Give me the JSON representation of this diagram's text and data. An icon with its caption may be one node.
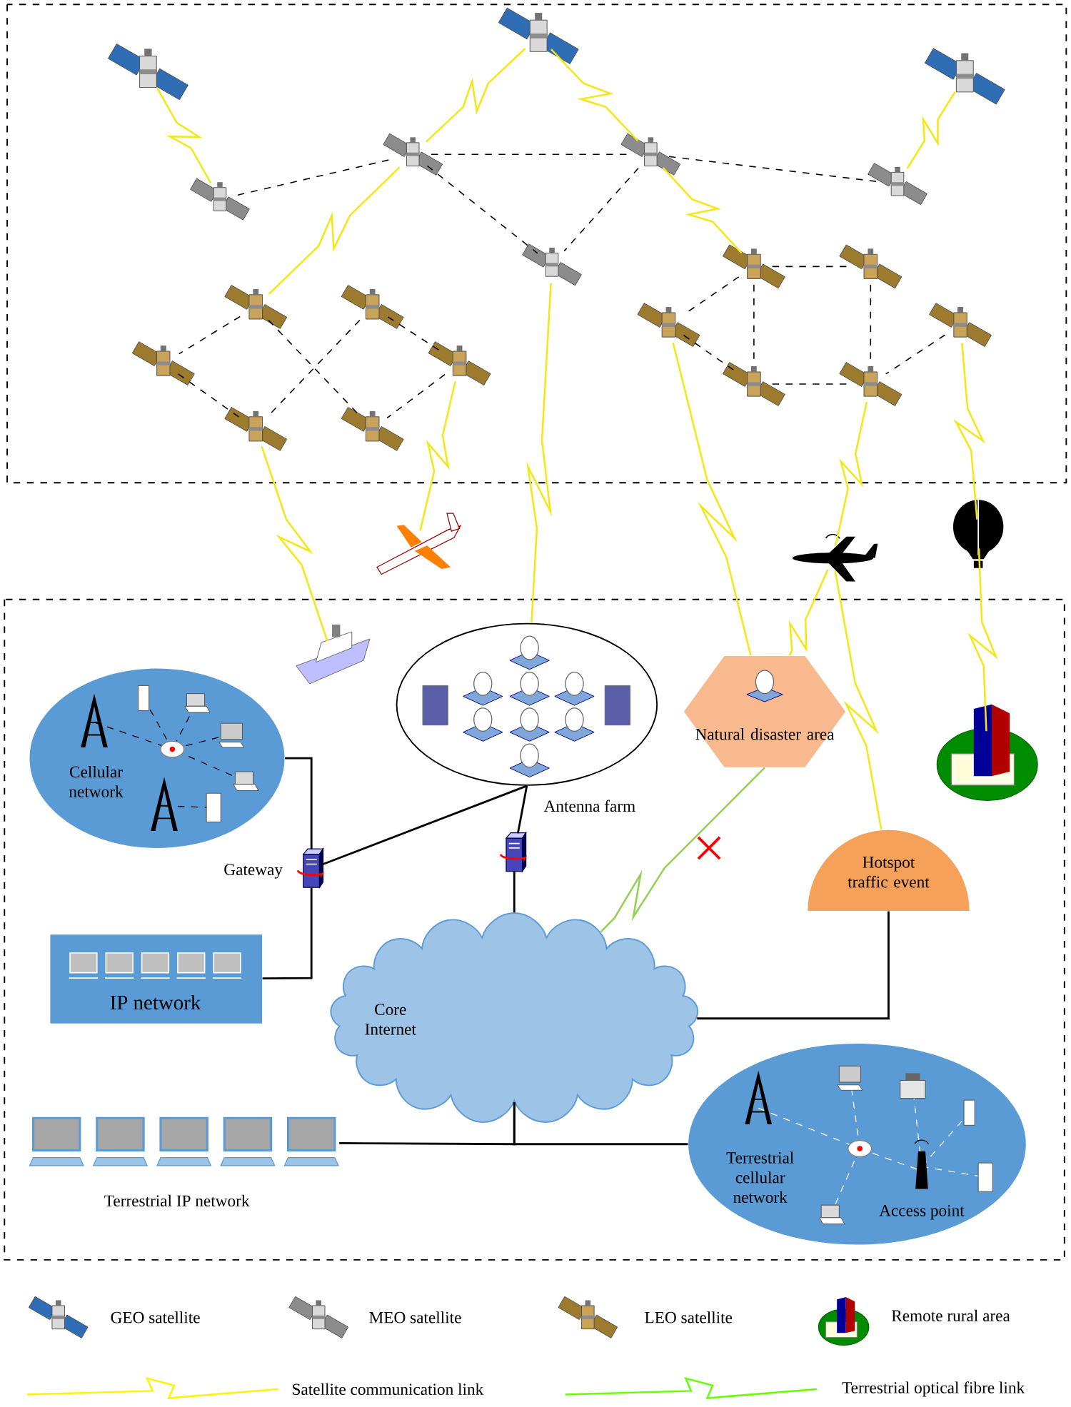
{
  "diagram": {
    "nodes": [
      {
        "text": [],
        "shape": "picture"
      },
      {
        "text": [],
        "shape": "picture"
      },
      {
        "text": [],
        "shape": "picture"
      },
      {
        "text": [],
        "shape": "picture"
      },
      {
        "text": [],
        "shape": "picture"
      },
      {
        "text": [],
        "shape": "picture"
      },
      {
        "text": [],
        "shape": "picture"
      },
      {
        "text": [],
        "shape": "picture"
      },
      {
        "text": [],
        "shape": "picture"
      },
      {
        "text": [],
        "shape": "picture"
      },
      {
        "text": [],
        "shape": "picture"
      },
      {
        "text": [],
        "shape": "picture"
      },
      {
        "text": [],
        "shape": "picture"
      },
      {
        "text": [],
        "shape": "picture"
      },
      {
        "text": [],
        "shape": "picture"
      },
      {
        "text": [],
        "shape": "picture"
      },
      {
        "text": [],
        "shape": "picture"
      },
      {
        "text": [],
        "shape": "picture"
      },
      {
        "text": [],
        "shape": "picture"
      },
      {
        "text": [],
        "shape": "picture"
      },
      {
        "text": [],
        "shape": "picture"
      },
      {
        "text": [],
        "shape": "picture"
      },
      {
        "text": [],
        "shape": "picture"
      },
      {
        "text": [],
        "shape": "picture"
      },
      {
        "text": [
          "Antenna farm"
        ]
      },
      {
        "text": [
          "Natural disaster area"
        ]
      },
      {
        "text": [],
        "shape": "picture"
      },
      {
        "text": [
          "Cellular network"
        ]
      },
      {
        "text": [],
        "shape": "picture",
        "beside": [
          "Gateway"
        ]
      },
      {
        "text": [],
        "shape": "picture"
      },
      {
        "text": [
          "Hotspot traffic event"
        ]
      },
      {
        "text": [
          "IP network"
        ]
      },
      {
        "text": [
          "Core Internet"
        ]
      },
      {
        "text": [
          "Terrestrial IP network"
        ]
      },
      {
        "text": [
          "Terrestrial cellular network",
          "Access point"
        ]
      }
    ],
    "edges": [
      {
        "from": 0,
        "to": 3,
        "arrow": "none",
        "color": "#f5e614"
      },
      {
        "from": 1,
        "to": 4,
        "arrow": "none",
        "color": "#f5e614"
      },
      {
        "from": 1,
        "to": 5,
        "arrow": "none",
        "color": "#f5e614"
      },
      {
        "from": 2,
        "to": 6,
        "arrow": "none",
        "color": "#f5e614"
      },
      {
        "from": 4,
        "to": 8,
        "arrow": "none",
        "color": "#f5e614"
      },
      {
        "from": 5,
        "to": 14,
        "arrow": "none",
        "color": "#f5e614"
      },
      {
        "from": 7,
        "to": 24,
        "arrow": "none",
        "color": "#f5e614"
      },
      {
        "from": 12,
        "to": 23,
        "arrow": "none",
        "color": "#f5e614"
      },
      {
        "from": 11,
        "to": 20,
        "arrow": "none",
        "color": "#f5e614"
      },
      {
        "from": 16,
        "to": 25,
        "arrow": "none",
        "color": "#f5e614"
      },
      {
        "from": 19,
        "to": 21,
        "arrow": "none",
        "color": "#f5e614"
      },
      {
        "from": 21,
        "to": 25,
        "arrow": "none",
        "color": "#f5e614"
      },
      {
        "from": 21,
        "to": 30,
        "arrow": "none",
        "color": "#f5e614"
      },
      {
        "from": 17,
        "to": 22,
        "arrow": "none",
        "color": "#f5e614"
      },
      {
        "from": 22,
        "to": 26,
        "arrow": "none",
        "color": "#f5e614"
      },
      {
        "from": 3,
        "to": 4,
        "arrow": "none",
        "style": "dashed"
      },
      {
        "from": 4,
        "to": 5,
        "arrow": "none",
        "style": "dashed"
      },
      {
        "from": 5,
        "to": 6,
        "arrow": "none",
        "style": "dashed"
      },
      {
        "from": 4,
        "to": 7,
        "arrow": "none",
        "style": "dashed"
      },
      {
        "from": 5,
        "to": 7,
        "arrow": "none",
        "style": "dashed"
      },
      {
        "from": 8,
        "to": 10,
        "arrow": "none",
        "style": "dashed"
      },
      {
        "from": 8,
        "to": 13,
        "arrow": "none",
        "style": "dashed"
      },
      {
        "from": 9,
        "to": 11,
        "arrow": "none",
        "style": "dashed"
      },
      {
        "from": 9,
        "to": 12,
        "arrow": "none",
        "style": "dashed"
      },
      {
        "from": 10,
        "to": 12,
        "arrow": "none",
        "style": "dashed"
      },
      {
        "from": 11,
        "to": 13,
        "arrow": "none",
        "style": "dashed"
      },
      {
        "from": 14,
        "to": 15,
        "arrow": "none",
        "style": "dashed"
      },
      {
        "from": 14,
        "to": 16,
        "arrow": "none",
        "style": "dashed"
      },
      {
        "from": 14,
        "to": 18,
        "arrow": "none",
        "style": "dashed"
      },
      {
        "from": 15,
        "to": 19,
        "arrow": "none",
        "style": "dashed"
      },
      {
        "from": 16,
        "to": 18,
        "arrow": "none",
        "style": "dashed"
      },
      {
        "from": 18,
        "to": 19,
        "arrow": "none",
        "style": "dashed"
      },
      {
        "from": 17,
        "to": 19,
        "arrow": "none",
        "style": "dashed"
      },
      {
        "from": 27,
        "to": 28,
        "arrow": "none"
      },
      {
        "from": 28,
        "to": 24,
        "arrow": "none"
      },
      {
        "from": 28,
        "to": 31,
        "arrow": "none"
      },
      {
        "from": 24,
        "to": 29,
        "arrow": "none"
      },
      {
        "from": 29,
        "to": 32,
        "arrow": "none"
      },
      {
        "from": 32,
        "to": 30,
        "arrow": "none"
      },
      {
        "from": 32,
        "to": 33,
        "arrow": "none"
      },
      {
        "from": 32,
        "to": 34,
        "arrow": "none"
      },
      {
        "from": 25,
        "to": 32,
        "arrow": "none",
        "color": "#92d050"
      }
    ],
    "legend": [
      {
        "text": "GEO satellite"
      },
      {
        "text": "MEO satellite"
      },
      {
        "text": "LEO satellite"
      },
      {
        "text": "Remote rural area"
      },
      {
        "text": "Satellite communication link"
      },
      {
        "text": "Terrestrial optical fibre link"
      }
    ]
  }
}
